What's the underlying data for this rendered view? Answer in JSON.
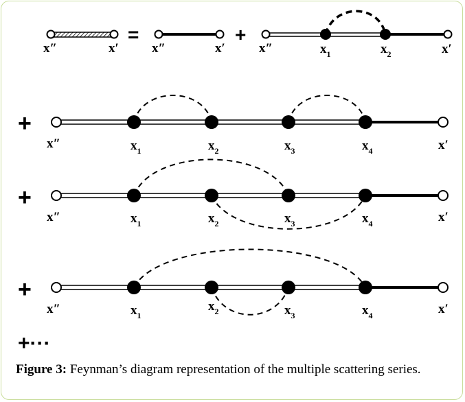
{
  "labels": {
    "x_pp": "x″",
    "x_p": "x′",
    "x": "x",
    "sub1": "1",
    "sub2": "2",
    "sub3": "3",
    "sub4": "4"
  },
  "operators": {
    "equals": "=",
    "plus": "+",
    "plus_dots": "+···"
  },
  "caption": {
    "label": "Figure 3:",
    "text": " Feynman’s diagram representation of the multiple scattering series."
  }
}
